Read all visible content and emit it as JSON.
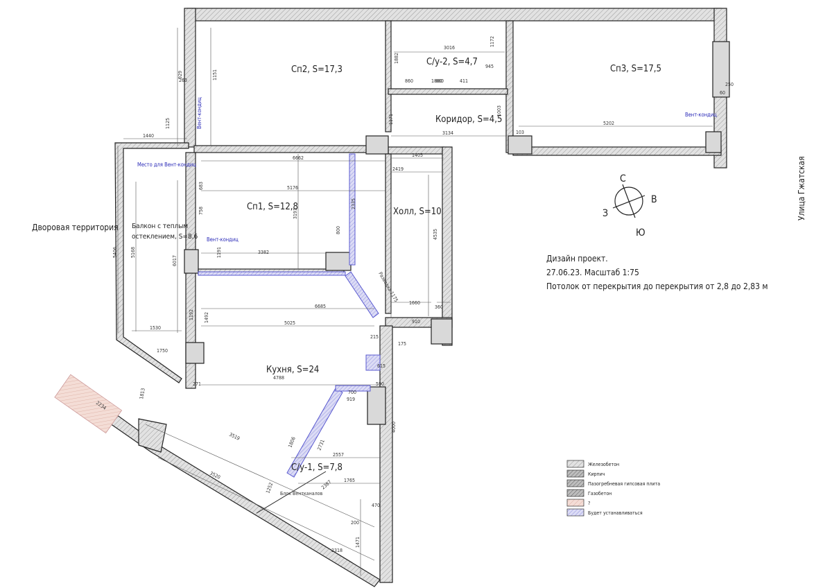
{
  "rooms": {
    "sp2": "Сп2, S=17,3",
    "su2": "С/у-2, S=4,7",
    "sp3": "Сп3, S=17,5",
    "corridor": "Коридор, S=4,5",
    "sp1": "Сп1, S=12,8",
    "hall": "Холл, S=10",
    "balcony_line1": "Балкон с теплым",
    "balcony_line2": "остеклением, S=8,6",
    "kitchen": "Кухня, S=24",
    "su1": "С/у-1, S=7,8"
  },
  "labels": {
    "yard": "Дворовая территория",
    "street": "Улица Гжатская",
    "vent_sp2": "Вент-кондиц",
    "vent_sp3": "Вент-кондиц",
    "vent_sp1": "Вент-кондиц",
    "vent_place": "Место для Вент-кондиц",
    "vent_block": "Блок Вентканалов",
    "riser": "Разводка 1175"
  },
  "note": {
    "line1": "Дизайн проект.",
    "line2": "27.06.23. Масштаб 1:75",
    "line3": "Потолок от перекрытия до перекрытия от 2,8 до 2,83 м"
  },
  "compass": {
    "north": "С",
    "east": "В",
    "south": "Ю",
    "west": "З"
  },
  "legend": [
    {
      "name": "Железобетон",
      "swatch": "#d8d8d8"
    },
    {
      "name": "Кирпич",
      "swatch": "#cfcfcf"
    },
    {
      "name": "Пазогребневая гипсовая плита",
      "swatch": "#c4c4c4"
    },
    {
      "name": "Газобетон",
      "swatch": "#bdbdbd"
    },
    {
      "name": "?",
      "swatch": "#f3d6cf"
    },
    {
      "name": "Будет устанавливаться",
      "swatch": "#c9c9ef"
    }
  ],
  "dimensions": {
    "d_3016": "3016",
    "d_1172": "1172",
    "d_1882": "1882",
    "d_945": "945",
    "d_860": "860",
    "d_880": "880",
    "d_411": "411",
    "d_1003": "1003",
    "d_1171": "1171",
    "d_3134": "3134",
    "d_5202": "5202",
    "d_103": "103",
    "d_1405": "1405",
    "d_2419": "2419",
    "d_6662": "6662",
    "d_5176": "5176",
    "d_3193": "3193",
    "d_2335": "2335",
    "d_4535": "4535",
    "d_1440": "1440",
    "d_5406": "5406",
    "d_5168": "5168",
    "d_6017": "6017",
    "d_3382": "3382",
    "d_1191": "1191",
    "d_800": "800",
    "d_1660": "1660",
    "d_360": "360",
    "d_910": "910",
    "d_6685": "6685",
    "d_5025": "5025",
    "d_1192": "1192",
    "d_1530": "1530",
    "d_1750": "1750",
    "d_215": "215",
    "d_175": "175",
    "d_615": "615",
    "d_4788": "4788",
    "d_590": "590",
    "d_700": "700",
    "d_919": "919",
    "d_2731": "2731",
    "d_1813": "1813",
    "d_2234": "2234",
    "d_3519": "3519",
    "d_1806": "1806",
    "d_2557": "2557",
    "d_1765": "1765",
    "d_3520": "3520",
    "d_1252": "1252",
    "d_2387": "2387",
    "d_470": "470",
    "d_200": "200",
    "d_2318": "2318",
    "d_4000": "4000",
    "d_1471": "1471",
    "d_1125": "1125",
    "d_929": "929",
    "d_271": "271",
    "d_683": "683",
    "d_758": "758",
    "d_1492": "1492",
    "d_1151": "1151",
    "d_250": "250",
    "d_60": "60",
    "d_263": "263",
    "d_1880": "1880"
  }
}
